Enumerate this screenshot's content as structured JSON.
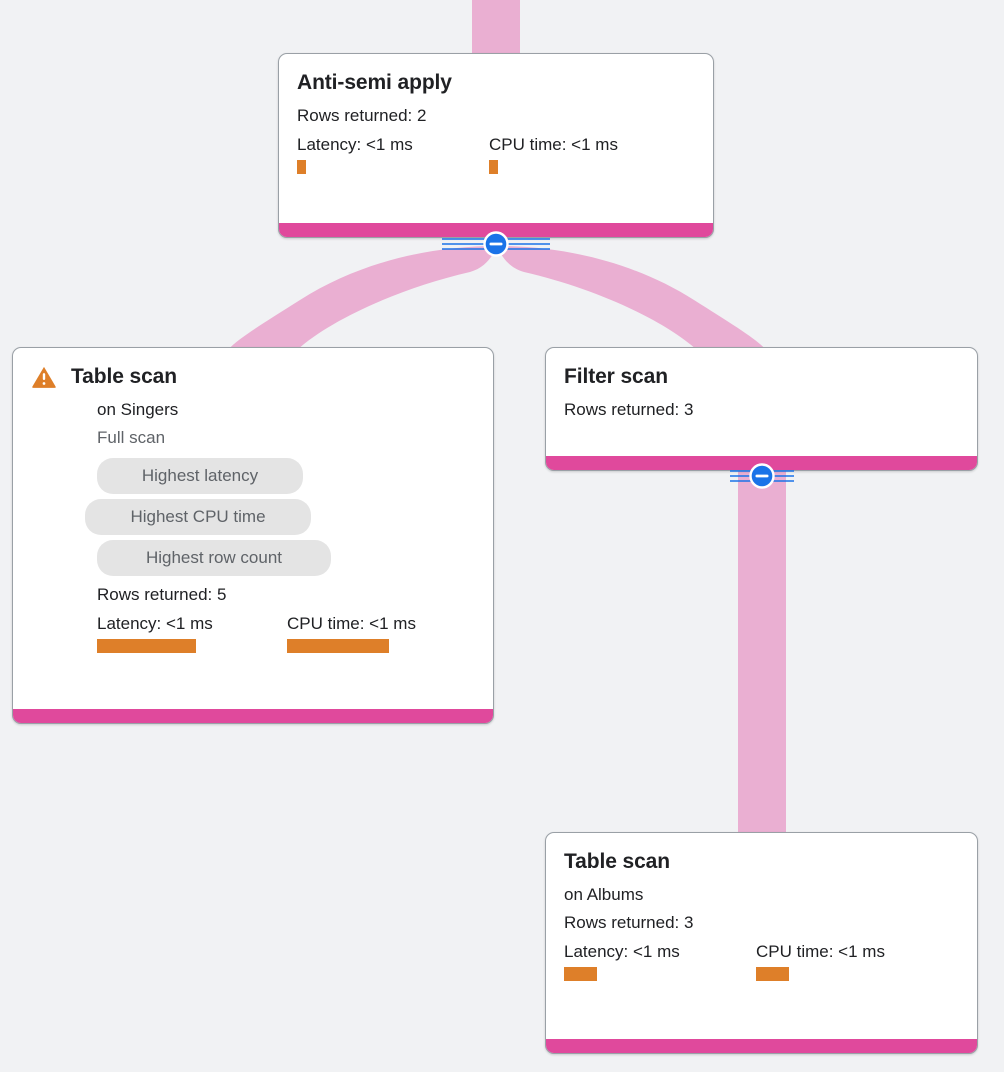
{
  "canvas": {
    "background": "#f1f2f4",
    "edge_color": "#eaafd2",
    "node_bar_color": "#e0499c",
    "metric_bar_color": "#de7f29",
    "badge_bg": "#e4e4e4",
    "toggle_color": "#1a73e8",
    "warning_color": "#de7f29"
  },
  "nodes": [
    {
      "id": "anti-semi-apply",
      "title": "Anti-semi apply",
      "rows": "Rows returned: 2",
      "latency_label": "Latency: <1 ms",
      "cpu_label": "CPU time: <1 ms",
      "latency_bar_width": 9,
      "cpu_bar_width": 9,
      "warning": false
    },
    {
      "id": "table-scan-singers",
      "title": "Table scan",
      "subtitle": "on Singers",
      "scan_type": "Full scan",
      "badges": [
        "Highest latency",
        "Highest CPU time",
        "Highest row count"
      ],
      "rows": "Rows returned: 5",
      "latency_label": "Latency: <1 ms",
      "cpu_label": "CPU time: <1 ms",
      "latency_bar_width": 99,
      "cpu_bar_width": 102,
      "warning": true
    },
    {
      "id": "filter-scan",
      "title": "Filter scan",
      "rows": "Rows returned: 3",
      "warning": false
    },
    {
      "id": "table-scan-albums",
      "title": "Table scan",
      "subtitle": "on Albums",
      "rows": "Rows returned: 3",
      "latency_label": "Latency: <1 ms",
      "cpu_label": "CPU time: <1 ms",
      "latency_bar_width": 33,
      "cpu_bar_width": 33,
      "warning": false
    }
  ],
  "toggles": [
    {
      "id": "toggle-anti-semi-apply",
      "state": "expanded",
      "glyph": "minus"
    },
    {
      "id": "toggle-filter-scan",
      "state": "expanded",
      "glyph": "minus"
    }
  ]
}
